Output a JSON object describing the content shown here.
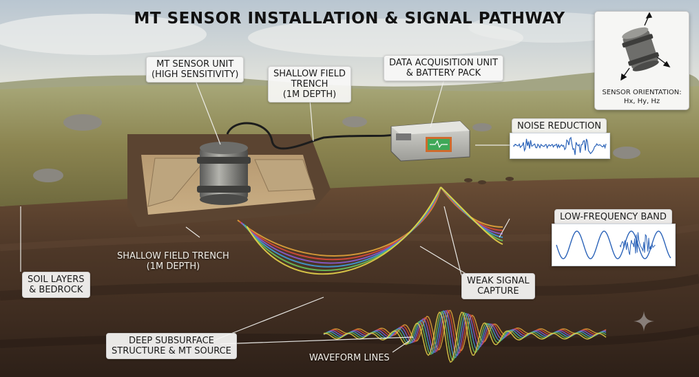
{
  "title": "MT SENSOR INSTALLATION & SIGNAL PATHWAY",
  "labels": {
    "sensor_unit": [
      "MT SENSOR UNIT",
      "(HIGH SENSITIVITY)"
    ],
    "trench_top": [
      "SHALLOW FIELD",
      "TRENCH",
      "(1M DEPTH)"
    ],
    "daq": [
      "DATA ACQUISITION UNIT",
      "& BATTERY PACK"
    ],
    "noise_reduction": "NOISE REDUCTION",
    "low_frequency": "LOW-FREQUENCY BAND",
    "trench_bottom": [
      "SHALLOW FIELD TRENCH",
      "(1M DEPTH)"
    ],
    "weak_signal": [
      "WEAK SIGNAL",
      "CAPTURE"
    ],
    "soil_layers": [
      "SOIL LAYERS",
      "& BEDROCK"
    ],
    "deep_subsurface": [
      "DEEP SUBSURFACE",
      "STRUCTURE & MT SOURCE"
    ],
    "waveform_lines": "WAVEFORM LINES"
  },
  "inset": {
    "label": [
      "SENSOR ORIENTATION:",
      "Hx, Hy, Hz"
    ],
    "icon": "sensor-orientation-icon"
  },
  "colors": {
    "sky": "#c9d3db",
    "grass": "#8e8a52",
    "soil": "#4a3526",
    "signal_lines": [
      "#e0a33a",
      "#d94b3a",
      "#8a5bd1",
      "#3f9ad6",
      "#6ac25a",
      "#e6d24a"
    ],
    "wave_blue": "#2a62b8"
  }
}
